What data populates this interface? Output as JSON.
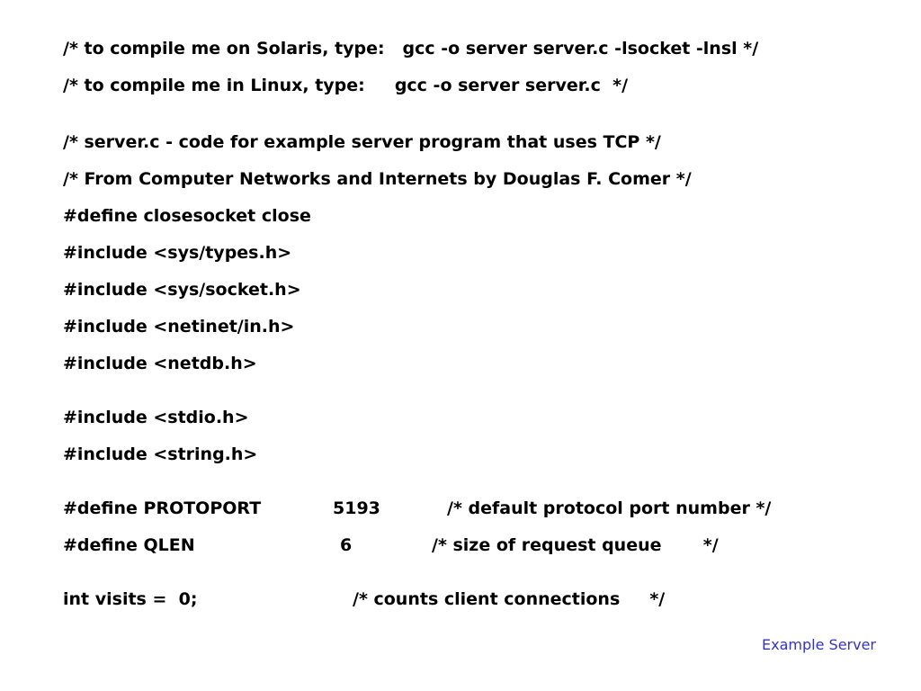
{
  "lines": {
    "compile_solaris": "/* to compile me on Solaris, type:   gcc -o server server.c -lsocket -lnsl */",
    "compile_linux": "/* to compile me in Linux, type:     gcc -o server server.c  */",
    "desc": "/* server.c - code for example server program that uses TCP */",
    "credit": "/* From Computer Networks and Internets by Douglas F. Comer */",
    "define_close": "#define closesocket close",
    "inc_types": "#include <sys/types.h>",
    "inc_socket": "#include <sys/socket.h>",
    "inc_netinet": "#include <netinet/in.h>",
    "inc_netdb": "#include <netdb.h>",
    "inc_stdio": "#include <stdio.h>",
    "inc_string": "#include <string.h>"
  },
  "protoport": {
    "directive": "#define PROTOPORT",
    "value": "5193",
    "comment": "/* default protocol port number */"
  },
  "qlen": {
    "directive": "#define QLEN",
    "value": "6",
    "comment": "/* size of request queue       */"
  },
  "visits": {
    "declaration": "int visits =  0;",
    "comment": "/* counts client connections     */"
  },
  "footer": {
    "label": "Example Server"
  },
  "colors": {
    "text": "#000000",
    "footer": "#3333cc",
    "background": "#ffffff"
  }
}
